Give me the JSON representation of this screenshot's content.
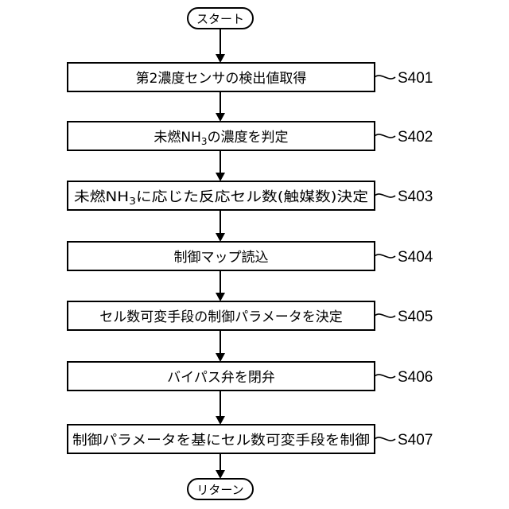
{
  "start": {
    "label": "スタート"
  },
  "end": {
    "label": "リターン"
  },
  "steps": [
    {
      "id": "S401",
      "pre": "第2濃度センサの検出値取得",
      "sub": "",
      "post": ""
    },
    {
      "id": "S402",
      "pre": "未燃NH",
      "sub": "3",
      "post": "の濃度を判定"
    },
    {
      "id": "S403",
      "pre": "未燃NH",
      "sub": "3",
      "post": "に応じた反応セル数(触媒数)決定"
    },
    {
      "id": "S404",
      "pre": "制御マップ読込",
      "sub": "",
      "post": ""
    },
    {
      "id": "S405",
      "pre": "セル数可変手段の制御パラメータを決定",
      "sub": "",
      "post": ""
    },
    {
      "id": "S406",
      "pre": "バイパス弁を閉弁",
      "sub": "",
      "post": ""
    },
    {
      "id": "S407",
      "pre": "制御パラメータを基にセル数可変手段を制御",
      "sub": "",
      "post": ""
    }
  ]
}
